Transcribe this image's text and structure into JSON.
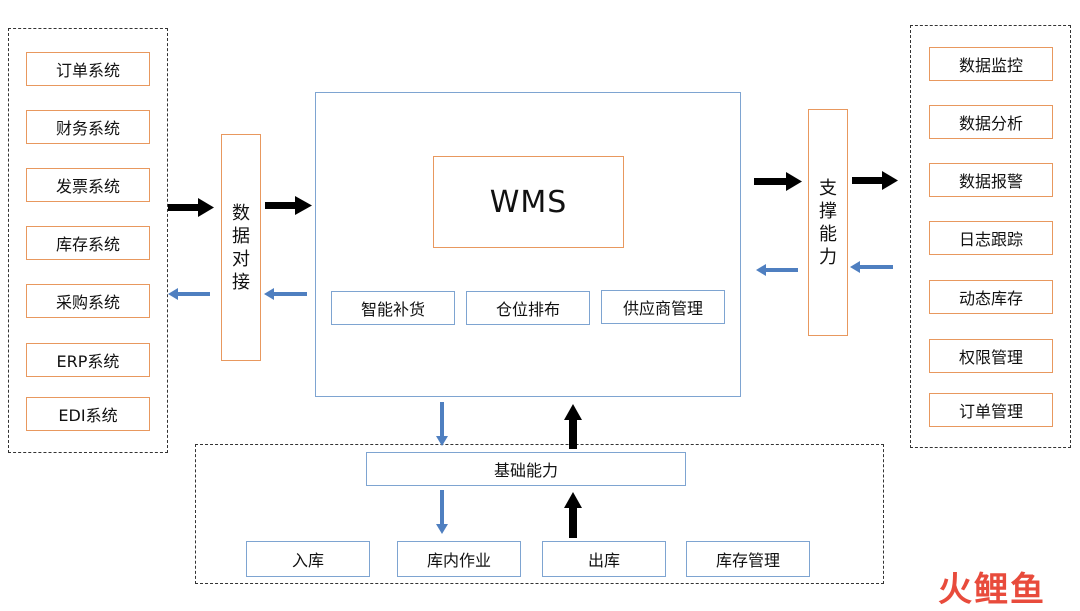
{
  "left_group": {
    "items": [
      "订单系统",
      "财务系统",
      "发票系统",
      "库存系统",
      "采购系统",
      "ERP系统",
      "EDI系统"
    ]
  },
  "data_connector": {
    "chars": [
      "数",
      "据",
      "对",
      "接"
    ]
  },
  "wms": {
    "title": "WMS",
    "modules": [
      "智能补货",
      "仓位排布",
      "供应商管理"
    ]
  },
  "support": {
    "chars": [
      "支",
      "撑",
      "能",
      "力"
    ]
  },
  "right_group": {
    "items": [
      "数据监控",
      "数据分析",
      "数据报警",
      "日志跟踪",
      "动态库存",
      "权限管理",
      "订单管理"
    ]
  },
  "base": {
    "title": "基础能力",
    "items": [
      "入库",
      "库内作业",
      "出库",
      "库存管理"
    ]
  },
  "watermark": {
    "text": "火鲤鱼"
  },
  "colors": {
    "orange": "#e8985e",
    "blue": "#7ea4d1",
    "arrow_blue": "#4f7fc0",
    "arrow_black": "#000000"
  }
}
